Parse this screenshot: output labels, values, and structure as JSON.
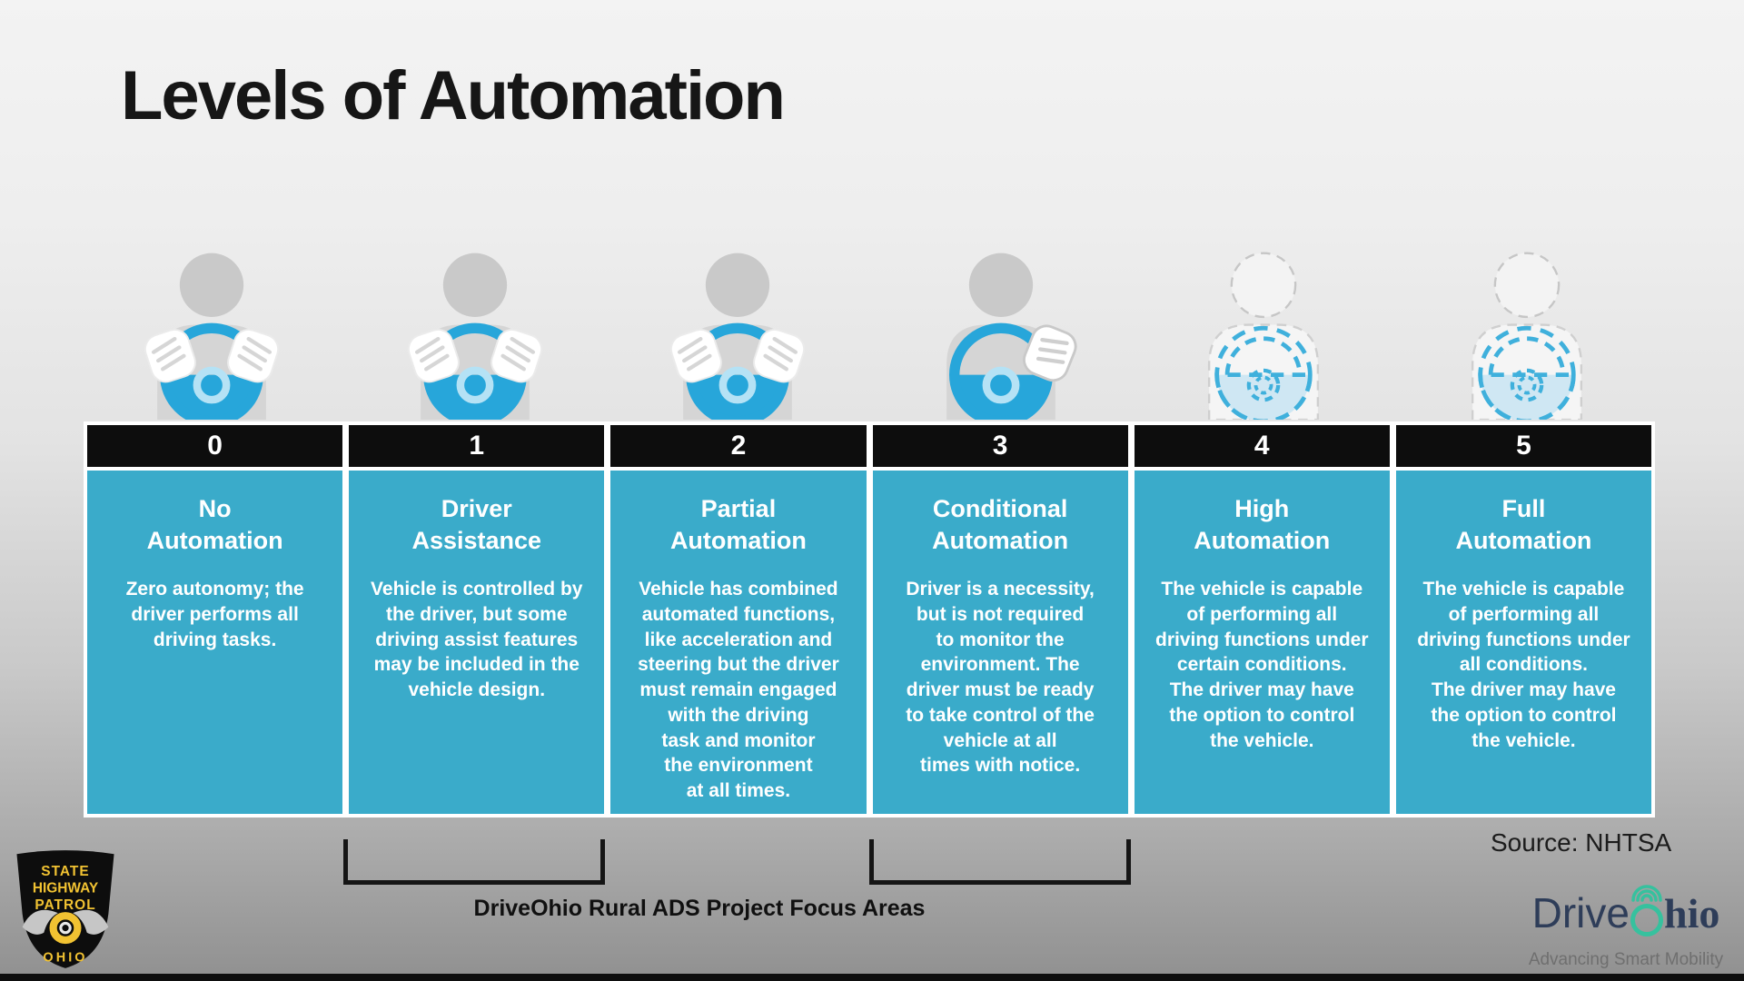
{
  "slide": {
    "title": "Levels of Automation",
    "source_note": "Source: NHTSA",
    "footer_caption": "DriveOhio Rural ADS Project Focus Areas"
  },
  "colors": {
    "column_body_teal": "#3aabca",
    "column_header_black": "#0d0d0d",
    "wheel_blue": "#27a6da",
    "ghost_wheel_blue": "#3fb0dc",
    "badge_yellow": "#f1c232",
    "driveohio_navy": "#2e3d59",
    "driveohio_green": "#36c19e",
    "tagline_gray": "#6f6f6f"
  },
  "columns": [
    {
      "level": "0",
      "title": "No\nAutomation",
      "description": "Zero autonomy; the\ndriver performs all\ndriving tasks.",
      "icon": "driver-hands-on-wheel-icon"
    },
    {
      "level": "1",
      "title": "Driver\nAssistance",
      "description": "Vehicle is controlled by\nthe driver, but some\ndriving assist features\nmay be included in the\nvehicle design.",
      "icon": "driver-hands-on-wheel-icon"
    },
    {
      "level": "2",
      "title": "Partial\nAutomation",
      "description": "Vehicle has combined\nautomated functions,\nlike acceleration and\nsteering but the driver\nmust remain engaged\nwith the driving\ntask and monitor\nthe environment\nat all times.",
      "icon": "driver-hands-on-wheel-icon"
    },
    {
      "level": "3",
      "title": "Conditional\nAutomation",
      "description": "Driver is a necessity,\nbut is not required\nto monitor the\nenvironment. The\ndriver must be ready\nto take control of the\nvehicle at all\ntimes with notice.",
      "icon": "driver-hand-raised-icon"
    },
    {
      "level": "4",
      "title": "High\nAutomation",
      "description": "The vehicle is capable\nof performing all\ndriving functions under\ncertain conditions.\nThe driver may have\nthe option to control\nthe vehicle.",
      "icon": "autonomous-wheel-dashed-icon"
    },
    {
      "level": "5",
      "title": "Full\nAutomation",
      "description": "The vehicle is capable\nof performing all\ndriving functions under\nall conditions.\nThe driver may have\nthe option to control\nthe vehicle.",
      "icon": "autonomous-wheel-dashed-icon"
    }
  ],
  "logos": {
    "patrol_badge": {
      "line1": "STATE",
      "line2": "HIGHWAY",
      "line3": "PATROL",
      "bottom": "OHIO",
      "icon": "winged-wheel-icon"
    },
    "driveohio": {
      "part1": "Drive",
      "part2": "hio",
      "tagline": "Advancing Smart Mobility",
      "icon": "signal-arcs-icon"
    }
  }
}
